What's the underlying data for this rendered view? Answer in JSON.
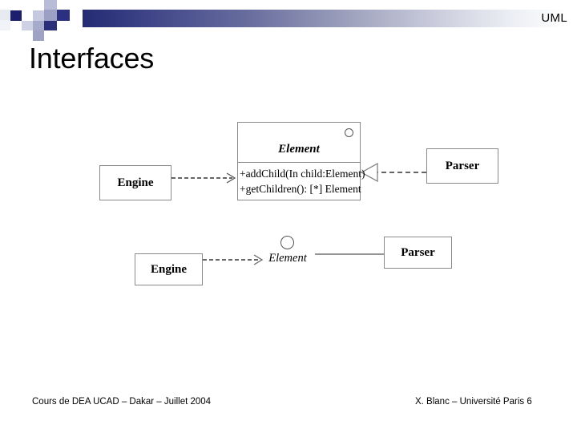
{
  "slide": {
    "header_tag": "UML",
    "title": "Interfaces",
    "footer_left": "Cours de DEA UCAD – Dakar – Juillet 2004",
    "footer_right": "X. Blanc – Université Paris 6",
    "accent_color": "#252b73",
    "background_color": "#ffffff"
  },
  "diagram_top": {
    "engine": {
      "label": "Engine"
    },
    "element": {
      "name": "Element",
      "ball_icon": "interface-ball-icon",
      "operations": [
        "+addChild(In child:Element)",
        "+getChildren(): [*] Element"
      ]
    },
    "parser": {
      "label": "Parser"
    },
    "dependency_edge": {
      "from": "Engine",
      "to": "Element",
      "style": "dashed-open-arrow"
    },
    "realization_edge": {
      "from": "Parser",
      "to": "Element",
      "style": "dashed-hollow-triangle"
    }
  },
  "diagram_bottom": {
    "engine": {
      "label": "Engine"
    },
    "element": {
      "name": "Element",
      "ball_icon": "interface-ball-icon"
    },
    "parser": {
      "label": "Parser"
    },
    "dependency_edge": {
      "from": "Engine",
      "to": "Element",
      "style": "dashed-open-arrow"
    },
    "provide_edge": {
      "from": "Parser",
      "to": "Element",
      "style": "solid-line"
    }
  }
}
